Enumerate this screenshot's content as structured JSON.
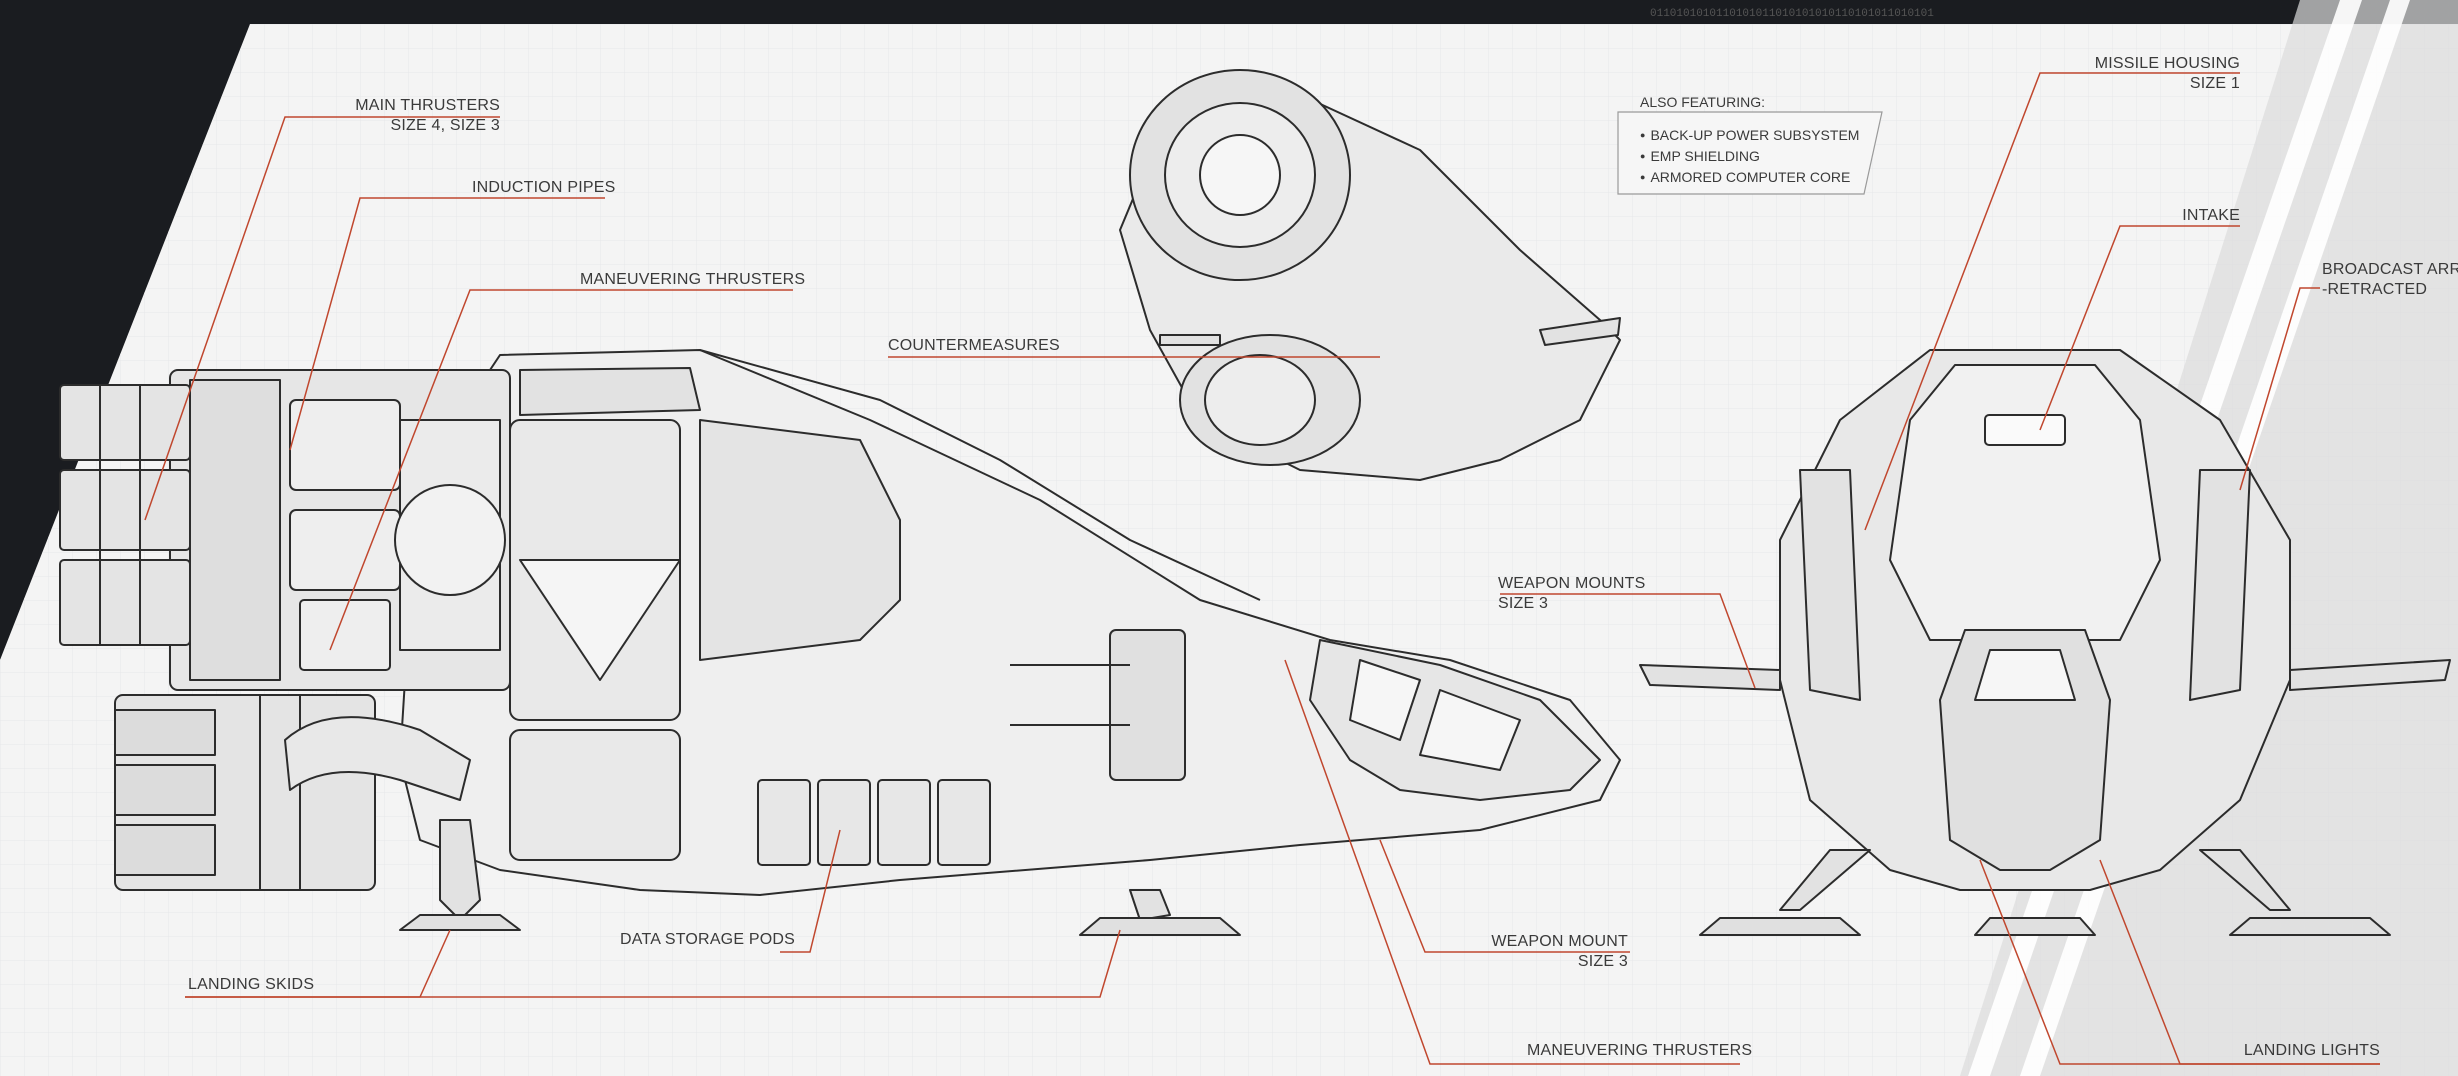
{
  "colors": {
    "paper": "#f4f4f4",
    "grid": "#e4e6e8",
    "frame": "#1a1c20",
    "leader": "#c0472e",
    "ink": "#2c2c2c",
    "hull": "#ececec"
  },
  "labels": {
    "main_thrusters": [
      "MAIN THRUSTERS",
      "SIZE 4, SIZE 3"
    ],
    "induction_pipes": "INDUCTION PIPES",
    "maneuvering_thrusters_top": "MANEUVERING THRUSTERS",
    "countermeasures": "COUNTERMEASURES",
    "data_storage_pods": "DATA STORAGE PODS",
    "landing_skids": "LANDING SKIDS",
    "weapon_mounts": [
      "WEAPON MOUNTS",
      "SIZE 3"
    ],
    "weapon_mount": [
      "WEAPON MOUNT",
      "SIZE 3"
    ],
    "maneuvering_thrusters_bottom": "MANEUVERING THRUSTERS",
    "missile_housing": [
      "MISSILE HOUSING",
      "SIZE 1"
    ],
    "intake": "INTAKE",
    "broadcast_array": [
      "BROADCAST ARRAY",
      "-RETRACTED"
    ],
    "landing_lights": "LANDING LIGHTS"
  },
  "also_featuring": {
    "title": "ALSO FEATURING:",
    "items": [
      "BACK-UP POWER SUBSYSTEM",
      "EMP SHIELDING",
      "ARMORED COMPUTER CORE"
    ]
  },
  "binary_pattern": "0110101010110101011010101010110101011010101"
}
